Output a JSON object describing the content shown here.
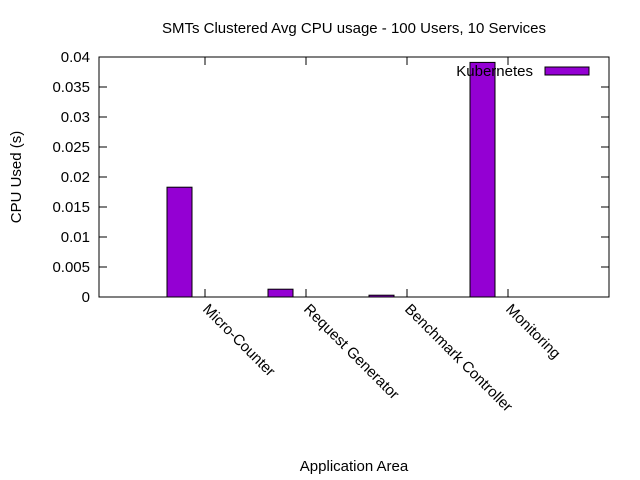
{
  "chart_data": {
    "type": "bar",
    "title": "SMTs Clustered Avg CPU usage - 100 Users, 10 Services",
    "xlabel": "Application Area",
    "ylabel": "CPU Used (s)",
    "categories": [
      "Micro-Counter",
      "Request Generator",
      "Benchmark Controller",
      "Monitoring"
    ],
    "series": [
      {
        "name": "Kubernetes",
        "values": [
          0.0183,
          0.0013,
          0.0003,
          0.0391
        ],
        "color": "#9400d3"
      }
    ],
    "ylim": [
      0,
      0.04
    ],
    "yticks": [
      "0",
      "0.005",
      "0.01",
      "0.015",
      "0.02",
      "0.025",
      "0.03",
      "0.035",
      "0.04"
    ],
    "legend_position": "top-right",
    "grid": false
  }
}
